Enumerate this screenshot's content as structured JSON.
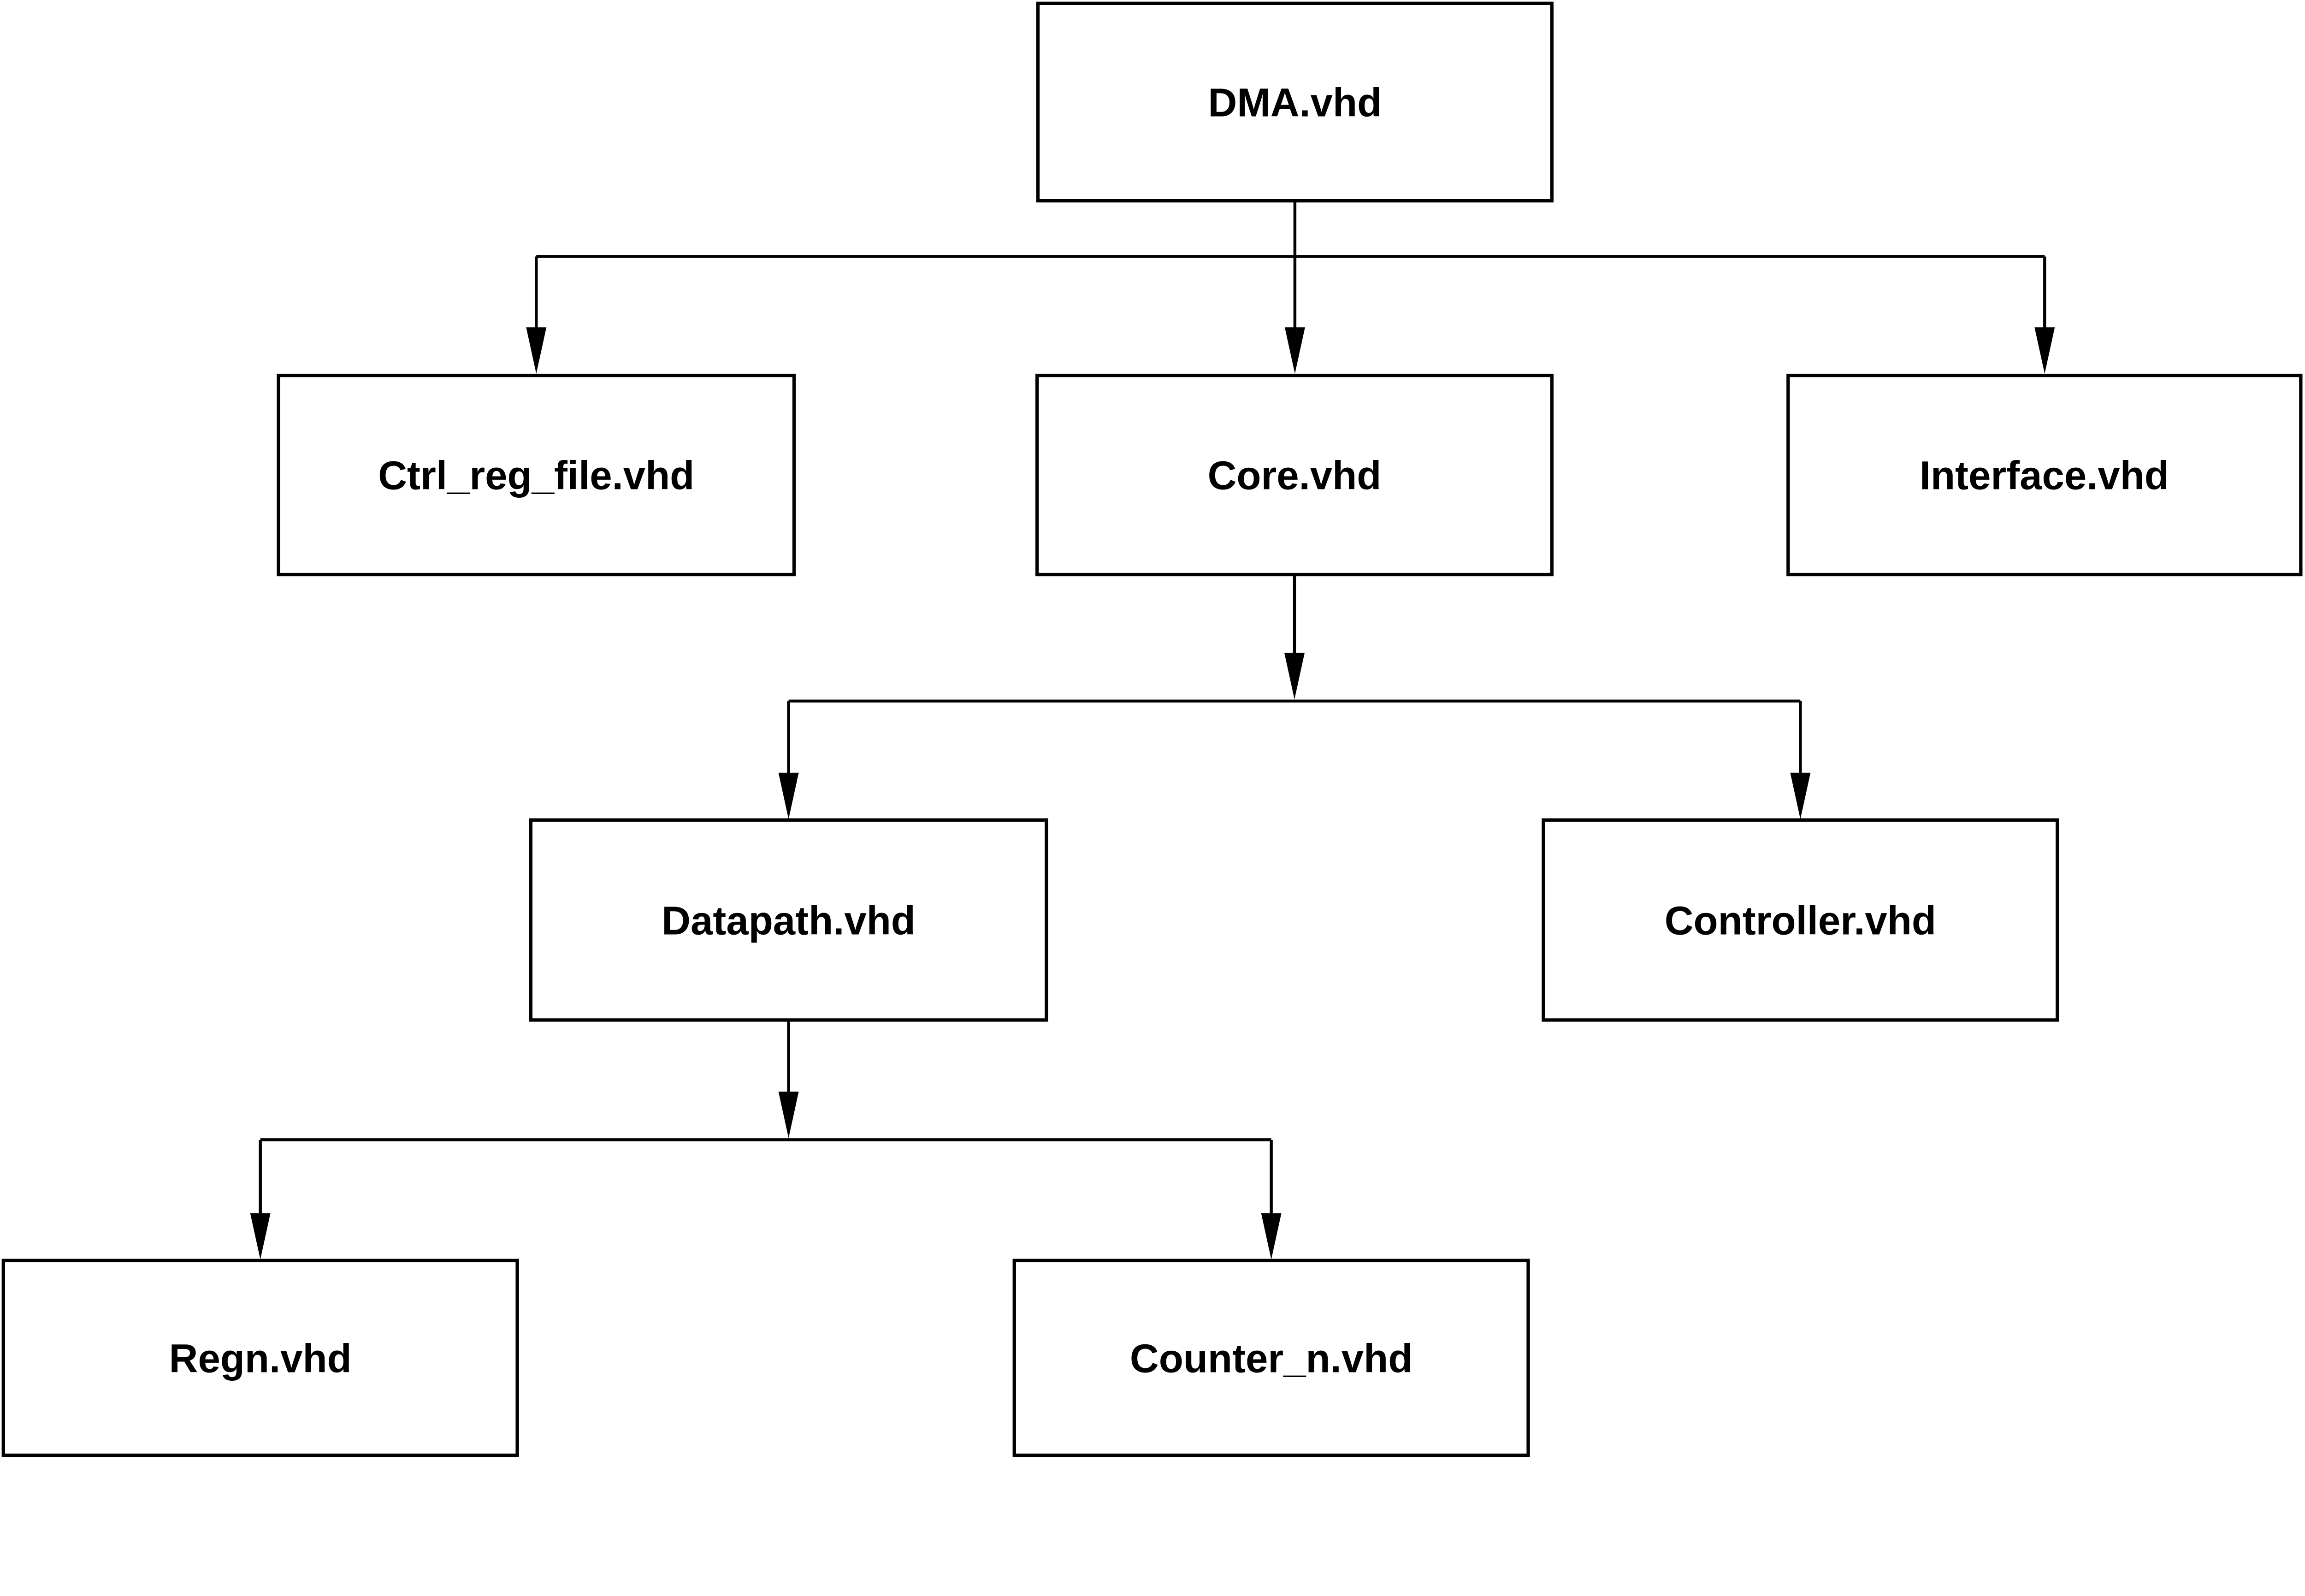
{
  "diagram": {
    "type": "hierarchy",
    "background_color": "#ffffff",
    "box_fill_color": "#ffffff",
    "box_border_color": "#000000",
    "connector_color": "#000000",
    "text_color": "#000000",
    "nodes": [
      {
        "id": "dma",
        "label": "DMA.vhd",
        "level": 0
      },
      {
        "id": "ctrl_reg_file",
        "label": "Ctrl_reg_file.vhd",
        "level": 1
      },
      {
        "id": "core",
        "label": "Core.vhd",
        "level": 1
      },
      {
        "id": "interface",
        "label": "Interface.vhd",
        "level": 1
      },
      {
        "id": "datapath",
        "label": "Datapath.vhd",
        "level": 2
      },
      {
        "id": "controller",
        "label": "Controller.vhd",
        "level": 2
      },
      {
        "id": "regn",
        "label": "Regn.vhd",
        "level": 3
      },
      {
        "id": "counter_n",
        "label": "Counter_n.vhd",
        "level": 3
      }
    ],
    "edges": [
      {
        "from": "DMA.vhd",
        "to": "Ctrl_reg_file.vhd"
      },
      {
        "from": "DMA.vhd",
        "to": "Core.vhd"
      },
      {
        "from": "DMA.vhd",
        "to": "Interface.vhd"
      },
      {
        "from": "Core.vhd",
        "to": "Datapath.vhd"
      },
      {
        "from": "Core.vhd",
        "to": "Controller.vhd"
      },
      {
        "from": "Datapath.vhd",
        "to": "Regn.vhd"
      },
      {
        "from": "Datapath.vhd",
        "to": "Counter_n.vhd"
      }
    ]
  }
}
